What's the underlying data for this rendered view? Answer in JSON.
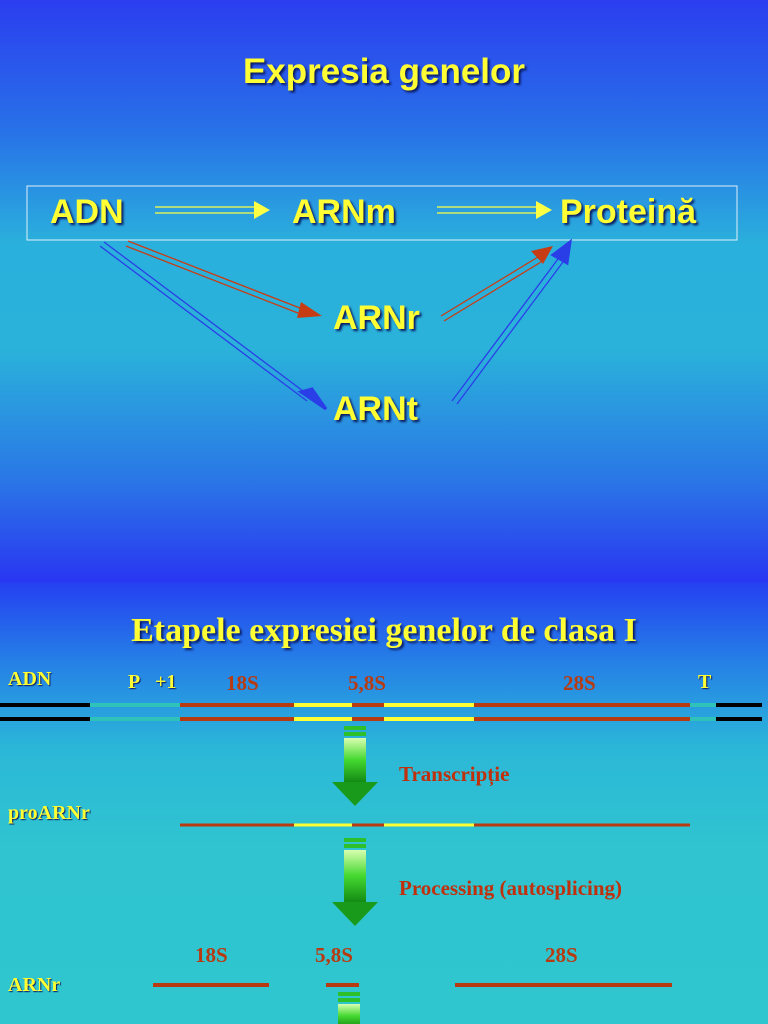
{
  "slide1": {
    "title": "Expresia genelor",
    "nodes": {
      "adn": "ADN",
      "arnm": "ARNm",
      "proteina": "Proteină",
      "arnr": "ARNr",
      "arnt": "ARNt"
    }
  },
  "slide2": {
    "title": "Etapele expresiei genelor de clasa I",
    "rows": {
      "adn": "ADN",
      "proarnr": "proARNr",
      "arnr": "ARNr"
    },
    "dna_labels": {
      "p": "P",
      "plus1": "+1",
      "s18": "18S",
      "s58": "5,8S",
      "s28": "28S",
      "t": "T"
    },
    "steps": {
      "transcription": "Transcripție",
      "processing": "Processing (autosplicing)"
    },
    "product_labels": {
      "s18": "18S",
      "s58": "5,8S",
      "s28": "28S"
    }
  },
  "colors": {
    "title": "#ffff33",
    "rRNA_segment": "#b83a10",
    "spacer": "#ffff33",
    "promoter_region": "#2ec2b8",
    "arrow_green": "#22c022",
    "flow_arrow_yellow": "#ffff44",
    "flow_arrow_red": "#c83c14",
    "flow_arrow_blue": "#2a3ee8"
  }
}
